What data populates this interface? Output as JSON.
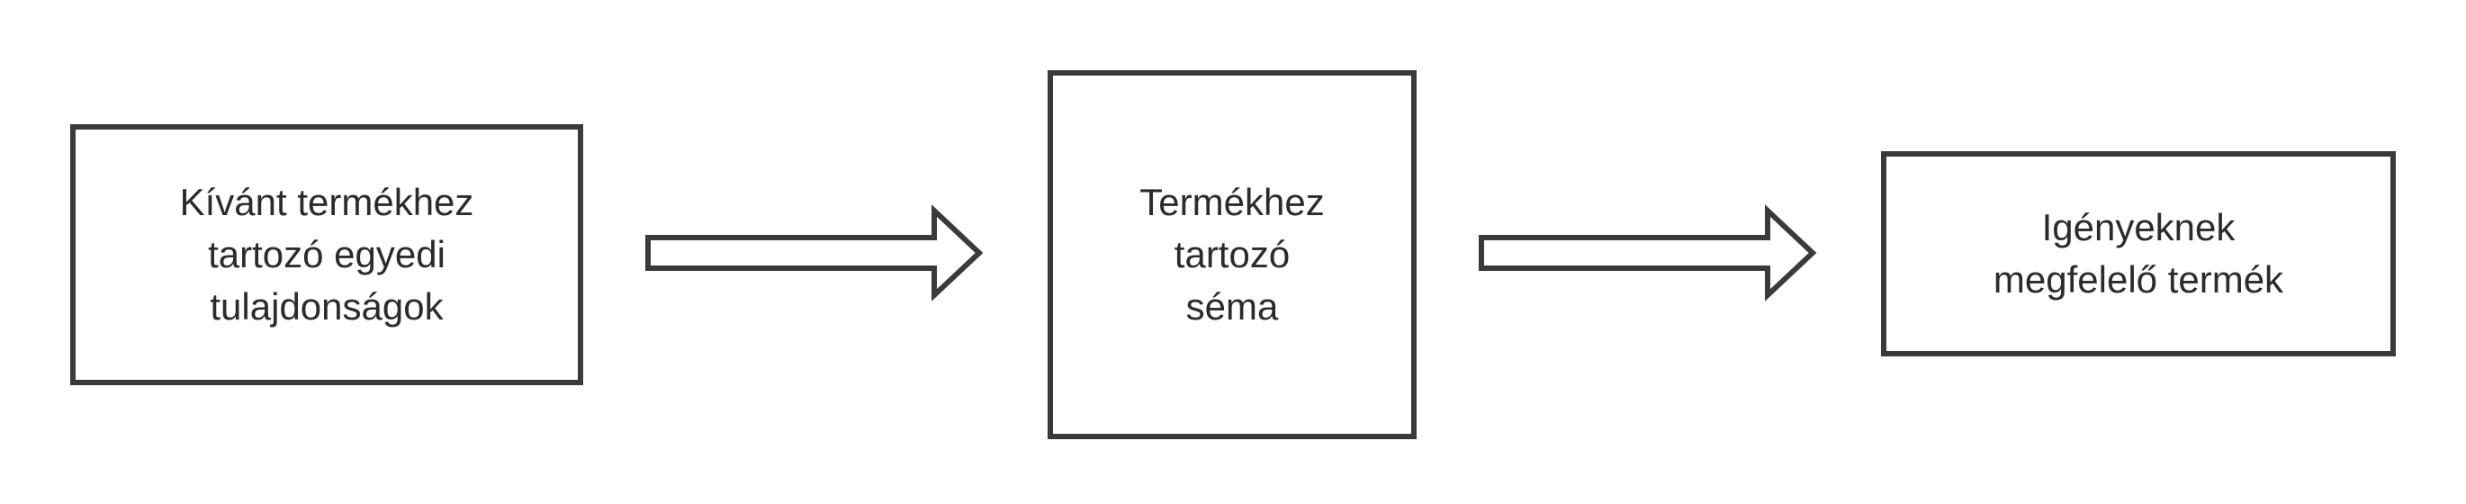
{
  "diagram": {
    "nodes": [
      {
        "id": "step-1",
        "label": "Kívánt termékhez\ntartozó egyedi\ntulajdonságok"
      },
      {
        "id": "step-2",
        "label": "Termékhez\ntartozó\nséma"
      },
      {
        "id": "step-3",
        "label": "Igényeknek\nmegfelelő termék"
      }
    ],
    "edges": [
      {
        "from": "step-1",
        "to": "step-2",
        "style": "hollow-block-arrow"
      },
      {
        "from": "step-2",
        "to": "step-3",
        "style": "hollow-block-arrow"
      }
    ],
    "colors": {
      "stroke": "#3a3a3a",
      "text": "#2b2b2b",
      "background": "#ffffff"
    }
  }
}
